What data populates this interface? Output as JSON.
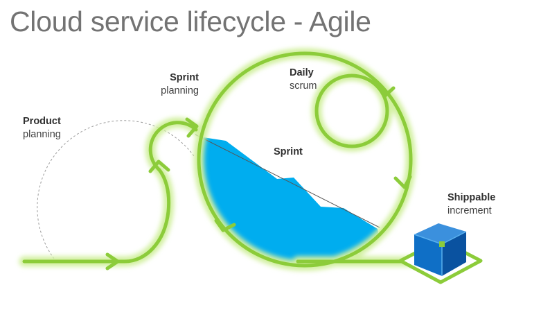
{
  "title": "Cloud service lifecycle - Agile",
  "labels": {
    "product": {
      "bold": "Product",
      "sub": "planning"
    },
    "sprint_planning": {
      "bold": "Sprint",
      "sub": "planning"
    },
    "daily_scrum": {
      "bold": "Daily",
      "sub": "scrum"
    },
    "sprint": {
      "bold": "Sprint"
    },
    "shippable": {
      "bold": "Shippable",
      "sub": "increment"
    }
  },
  "colors": {
    "loop_stroke": "#8ccc3a",
    "loop_glow": "#d2f0a0",
    "burndown_fill": "#00adef",
    "dashed_arc": "#9a9a9a",
    "cube_front": "#0f6fc6",
    "cube_side": "#0a52a0",
    "cube_top": "#3b90dd",
    "cube_base": "#8ccc3a"
  },
  "icons": [
    "arrow-icon",
    "cube-icon"
  ]
}
